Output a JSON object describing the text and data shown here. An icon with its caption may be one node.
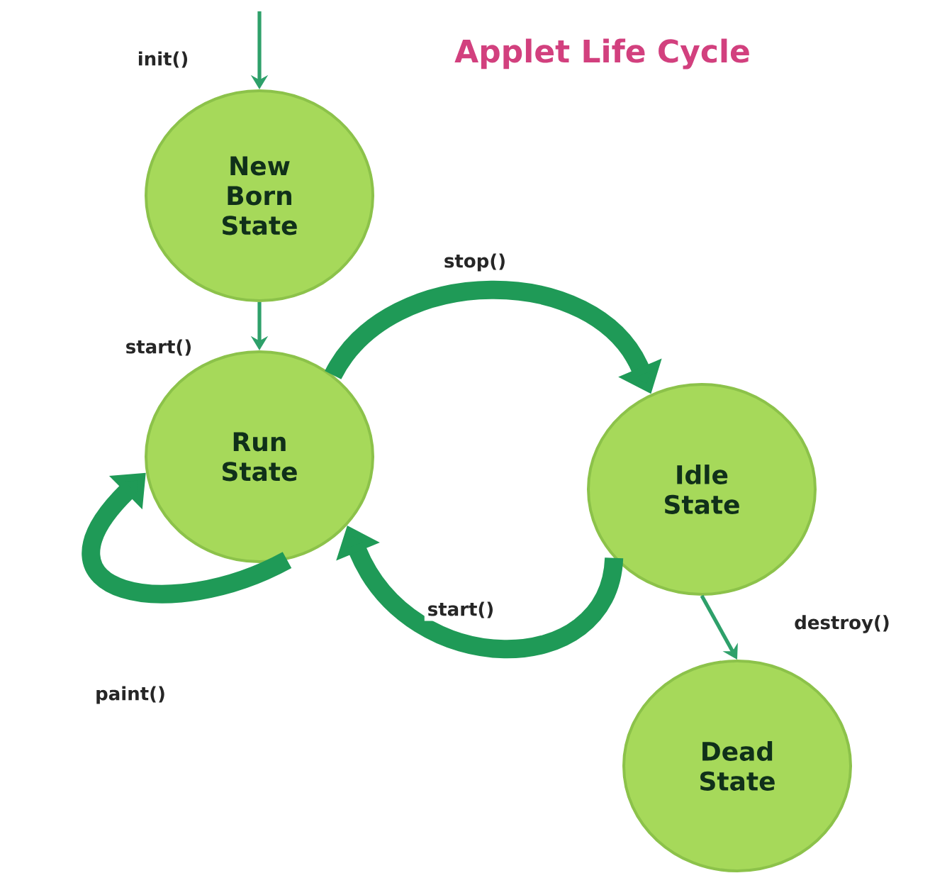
{
  "diagram": {
    "title": "Applet Life Cycle",
    "nodes": [
      {
        "text": [
          "New Born State"
        ]
      },
      {
        "text": [
          "Run State"
        ]
      },
      {
        "text": [
          "Idle State"
        ]
      },
      {
        "text": [
          "Dead State"
        ]
      }
    ],
    "edges": [
      {
        "from": null,
        "to": 0,
        "arrow": "to",
        "label": "init()"
      },
      {
        "from": 0,
        "to": 1,
        "arrow": "to",
        "label": "start()"
      },
      {
        "from": 1,
        "to": 2,
        "arrow": "to",
        "label": "stop()",
        "style": "thick"
      },
      {
        "from": 2,
        "to": 1,
        "arrow": "to",
        "label": "start()",
        "style": "thick"
      },
      {
        "from": 1,
        "to": 1,
        "arrow": "to",
        "label": "paint()",
        "style": "thick"
      },
      {
        "from": 2,
        "to": 3,
        "arrow": "to",
        "label": "destroy()"
      }
    ]
  }
}
